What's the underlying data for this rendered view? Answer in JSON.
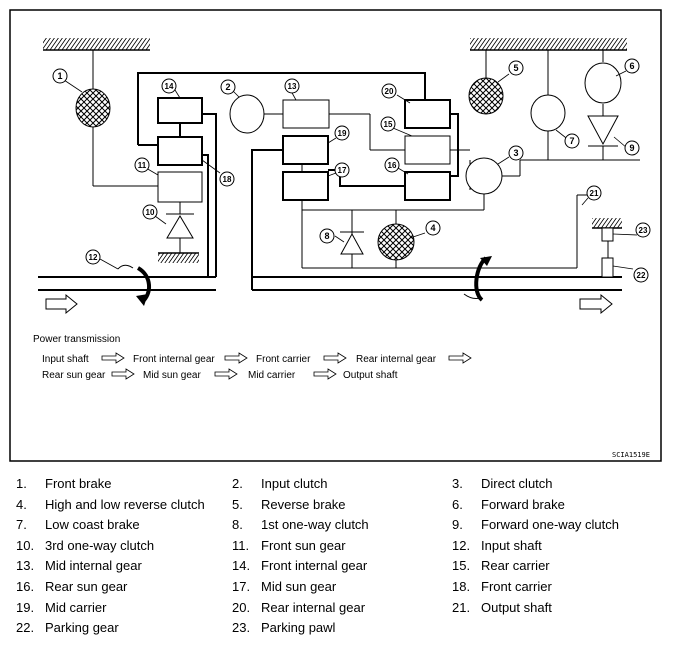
{
  "figure_code": "SCIA1519E",
  "callouts": [
    "1",
    "2",
    "3",
    "4",
    "5",
    "6",
    "7",
    "8",
    "9",
    "10",
    "11",
    "12",
    "13",
    "14",
    "15",
    "16",
    "17",
    "18",
    "19",
    "20",
    "21",
    "22",
    "23"
  ],
  "power_transmission": {
    "title": "Power transmission",
    "line1": [
      "Input shaft",
      "Front internal gear",
      "Front carrier",
      "Rear internal gear"
    ],
    "line2": [
      "Rear sun gear",
      "Mid sun gear",
      "Mid carrier",
      "Output shaft"
    ]
  },
  "legend": [
    {
      "num": "1.",
      "label": "Front brake"
    },
    {
      "num": "2.",
      "label": "Input clutch"
    },
    {
      "num": "3.",
      "label": "Direct clutch"
    },
    {
      "num": "4.",
      "label": "High and low reverse clutch"
    },
    {
      "num": "5.",
      "label": "Reverse brake"
    },
    {
      "num": "6.",
      "label": "Forward brake"
    },
    {
      "num": "7.",
      "label": "Low coast brake"
    },
    {
      "num": "8.",
      "label": "1st one-way clutch"
    },
    {
      "num": "9.",
      "label": "Forward one-way clutch"
    },
    {
      "num": "10.",
      "label": "3rd one-way clutch"
    },
    {
      "num": "11.",
      "label": "Front sun gear"
    },
    {
      "num": "12.",
      "label": "Input shaft"
    },
    {
      "num": "13.",
      "label": "Mid internal gear"
    },
    {
      "num": "14.",
      "label": "Front internal gear"
    },
    {
      "num": "15.",
      "label": "Rear carrier"
    },
    {
      "num": "16.",
      "label": "Rear sun gear"
    },
    {
      "num": "17.",
      "label": "Mid sun gear"
    },
    {
      "num": "18.",
      "label": "Front carrier"
    },
    {
      "num": "19.",
      "label": "Mid carrier"
    },
    {
      "num": "20.",
      "label": "Rear internal gear"
    },
    {
      "num": "21.",
      "label": "Output shaft"
    },
    {
      "num": "22.",
      "label": "Parking gear"
    },
    {
      "num": "23.",
      "label": "Parking pawl"
    }
  ]
}
